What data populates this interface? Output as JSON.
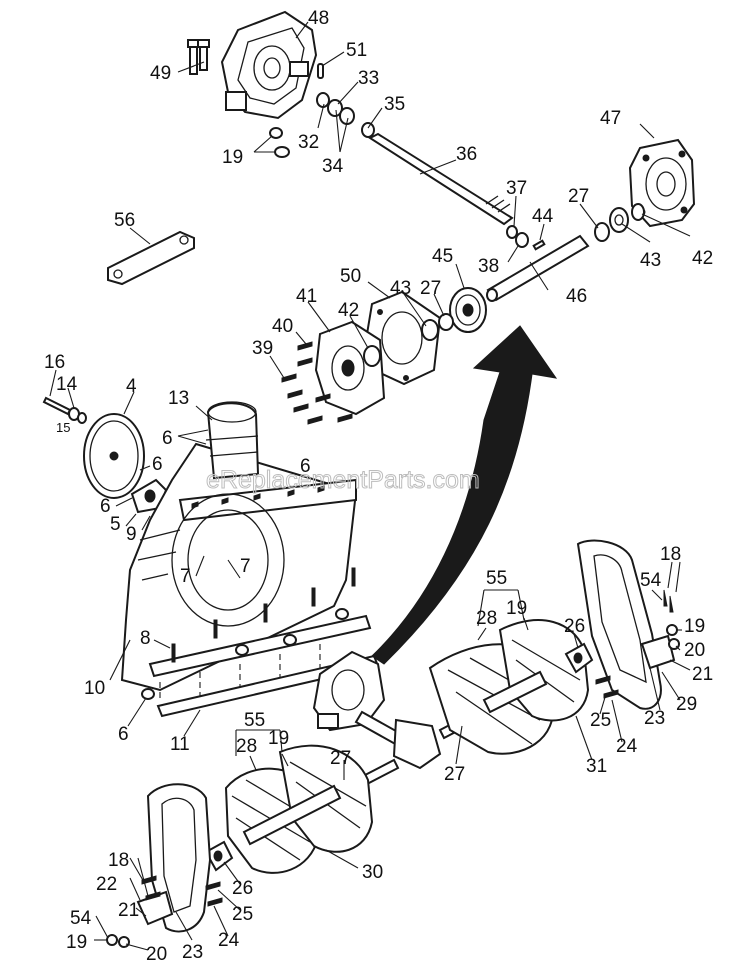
{
  "watermark": "eReplacementParts.com",
  "labels": {
    "p48": "48",
    "p51": "51",
    "p49": "49",
    "p33": "33",
    "p35": "35",
    "p32": "32",
    "p19a": "19",
    "p34": "34",
    "p36": "36",
    "p47": "47",
    "p37": "37",
    "p27a": "27",
    "p44": "44",
    "p56": "56",
    "p38": "38",
    "p43a": "43",
    "p42a": "42",
    "p45": "45",
    "p46": "46",
    "p41": "41",
    "p50": "50",
    "p43b": "43",
    "p27b": "27",
    "p42b": "42",
    "p40": "40",
    "p39": "39",
    "p16": "16",
    "p14": "14",
    "p4": "4",
    "p15": "15",
    "p13": "13",
    "p6a": "6",
    "p6b": "6",
    "p6c": "6",
    "p6d": "6",
    "p5": "5",
    "p9": "9",
    "p7a": "7",
    "p7b": "7",
    "p8": "8",
    "p10": "10",
    "p6e": "6",
    "p11": "11",
    "p55a": "55",
    "p28a": "28",
    "p19b": "19",
    "p26a": "26",
    "p18a": "18",
    "p54a": "54",
    "p19c": "19",
    "p20a": "20",
    "p21a": "21",
    "p29": "29",
    "p23a": "23",
    "p25a": "25",
    "p24a": "24",
    "p31": "31",
    "p27c": "27",
    "p27d": "27",
    "p55b": "55",
    "p28b": "28",
    "p19d": "19",
    "p30": "30",
    "p18b": "18",
    "p22": "22",
    "p26b": "26",
    "p21b": "21",
    "p25b": "25",
    "p54b": "54",
    "p24b": "24",
    "p19e": "19",
    "p20b": "20",
    "p23b": "23"
  }
}
